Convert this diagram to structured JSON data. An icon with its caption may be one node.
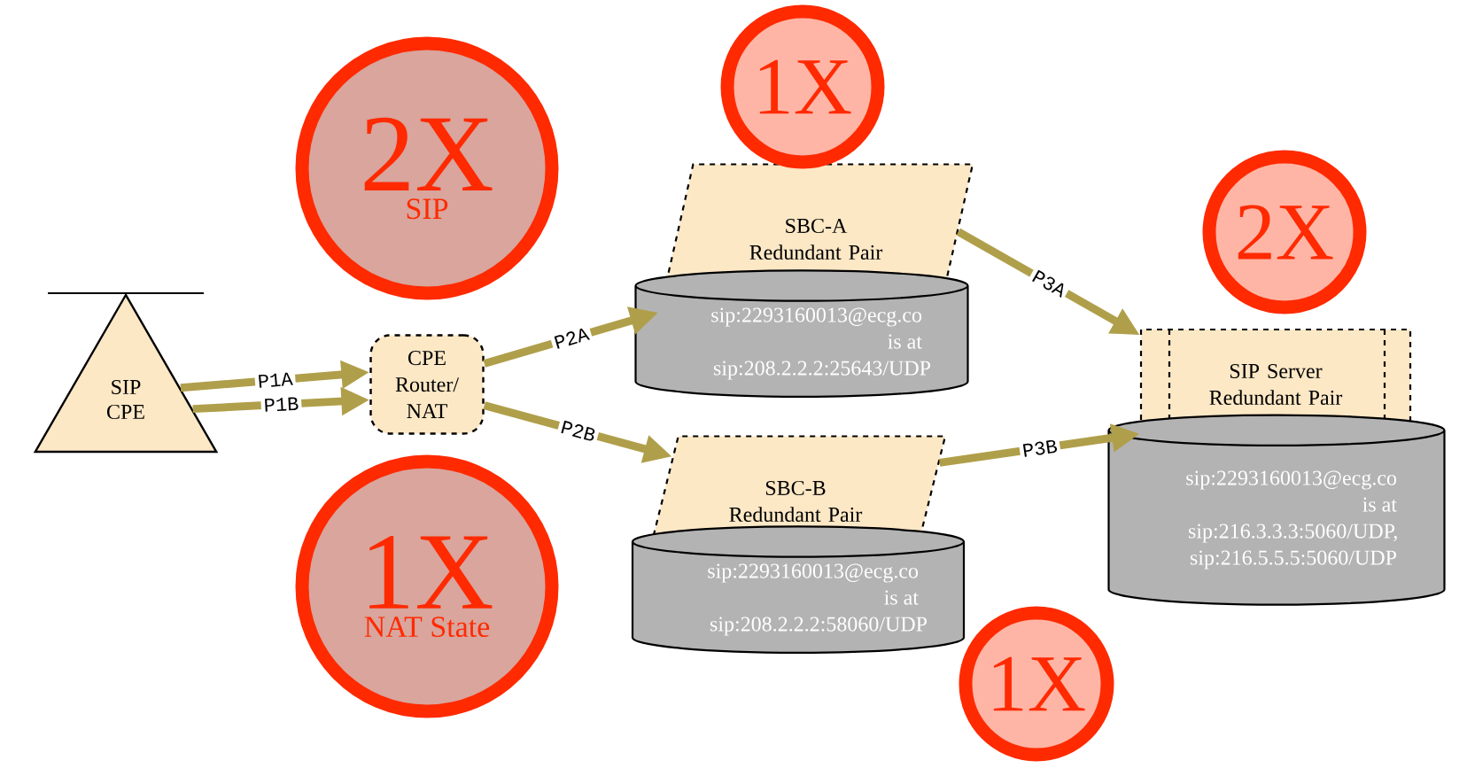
{
  "diagram": {
    "nodes": [
      {
        "text": [
          "SIP CPE"
        ]
      },
      {
        "text": [
          "2X",
          "SIP"
        ]
      },
      {
        "text": [
          "CPE Router/ NAT"
        ]
      },
      {
        "text": [
          "1X",
          "NAT State"
        ]
      },
      {
        "text": [
          "SBC-A Redundant Pair"
        ]
      },
      {
        "text": [
          "1X"
        ]
      },
      {
        "text": [
          "sip:2293160013@ecg.co is at sip:208.2.2.2:25643/UDP"
        ]
      },
      {
        "text": [
          "SBC-B Redundant Pair"
        ]
      },
      {
        "text": [
          "1X"
        ]
      },
      {
        "text": [
          "sip:2293160013@ecg.co is at sip:208.2.2.2:58060/UDP"
        ]
      },
      {
        "text": [
          "SIP Server Redundant Pair"
        ]
      },
      {
        "text": [
          "2X"
        ]
      },
      {
        "text": [
          "sip:2293160013@ecg.co is at sip:216.3.3.3:5060/UDP, sip:216.5.5.5:5060/UDP"
        ]
      }
    ],
    "edges": [
      {
        "from": 0,
        "to": 2,
        "arrow": "to",
        "label": "P1A"
      },
      {
        "from": 0,
        "to": 2,
        "arrow": "to",
        "label": "P1B"
      },
      {
        "from": 2,
        "to": 4,
        "arrow": "to",
        "label": "P2A"
      },
      {
        "from": 2,
        "to": 7,
        "arrow": "to",
        "label": "P2B"
      },
      {
        "from": 4,
        "to": 10,
        "arrow": "to",
        "label": "P3A"
      },
      {
        "from": 7,
        "to": 10,
        "arrow": "to",
        "label": "P3B"
      }
    ]
  }
}
